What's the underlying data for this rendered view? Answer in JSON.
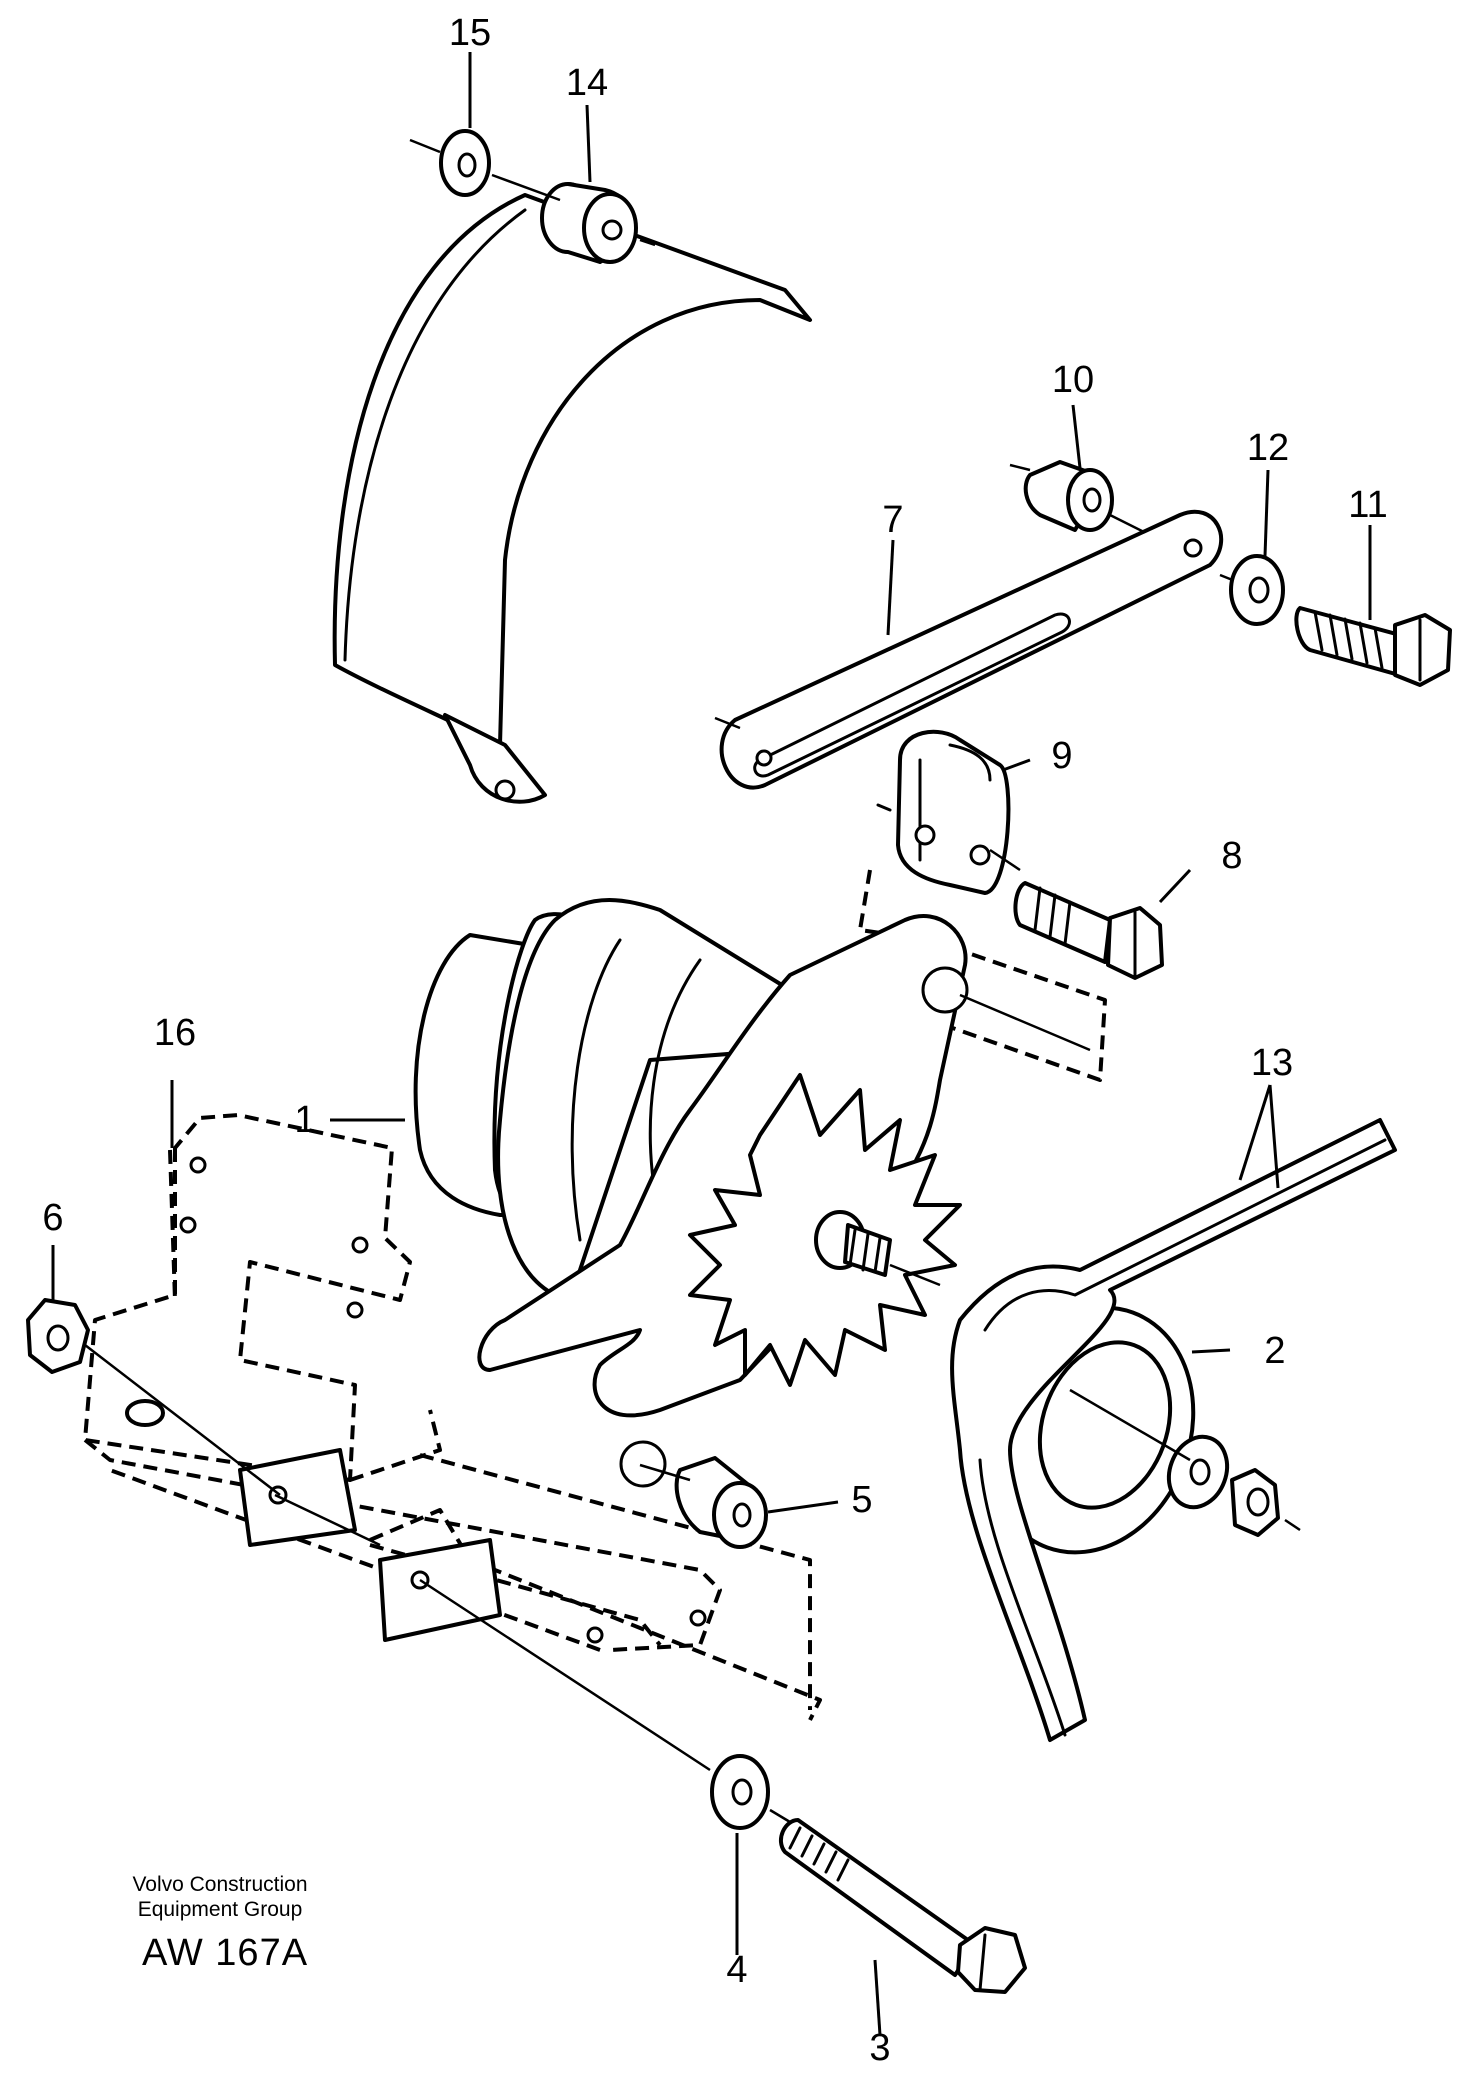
{
  "diagram": {
    "callouts": {
      "c1": "1",
      "c2": "2",
      "c3": "3",
      "c4": "4",
      "c5": "5",
      "c6": "6",
      "c7": "7",
      "c8": "8",
      "c9": "9",
      "c10": "10",
      "c11": "11",
      "c12": "12",
      "c13": "13",
      "c14": "14",
      "c15": "15",
      "c16": "16"
    }
  },
  "footer": {
    "company_line1": "Volvo Construction",
    "company_line2": "Equipment Group",
    "drawing_code": "AW 167A"
  }
}
